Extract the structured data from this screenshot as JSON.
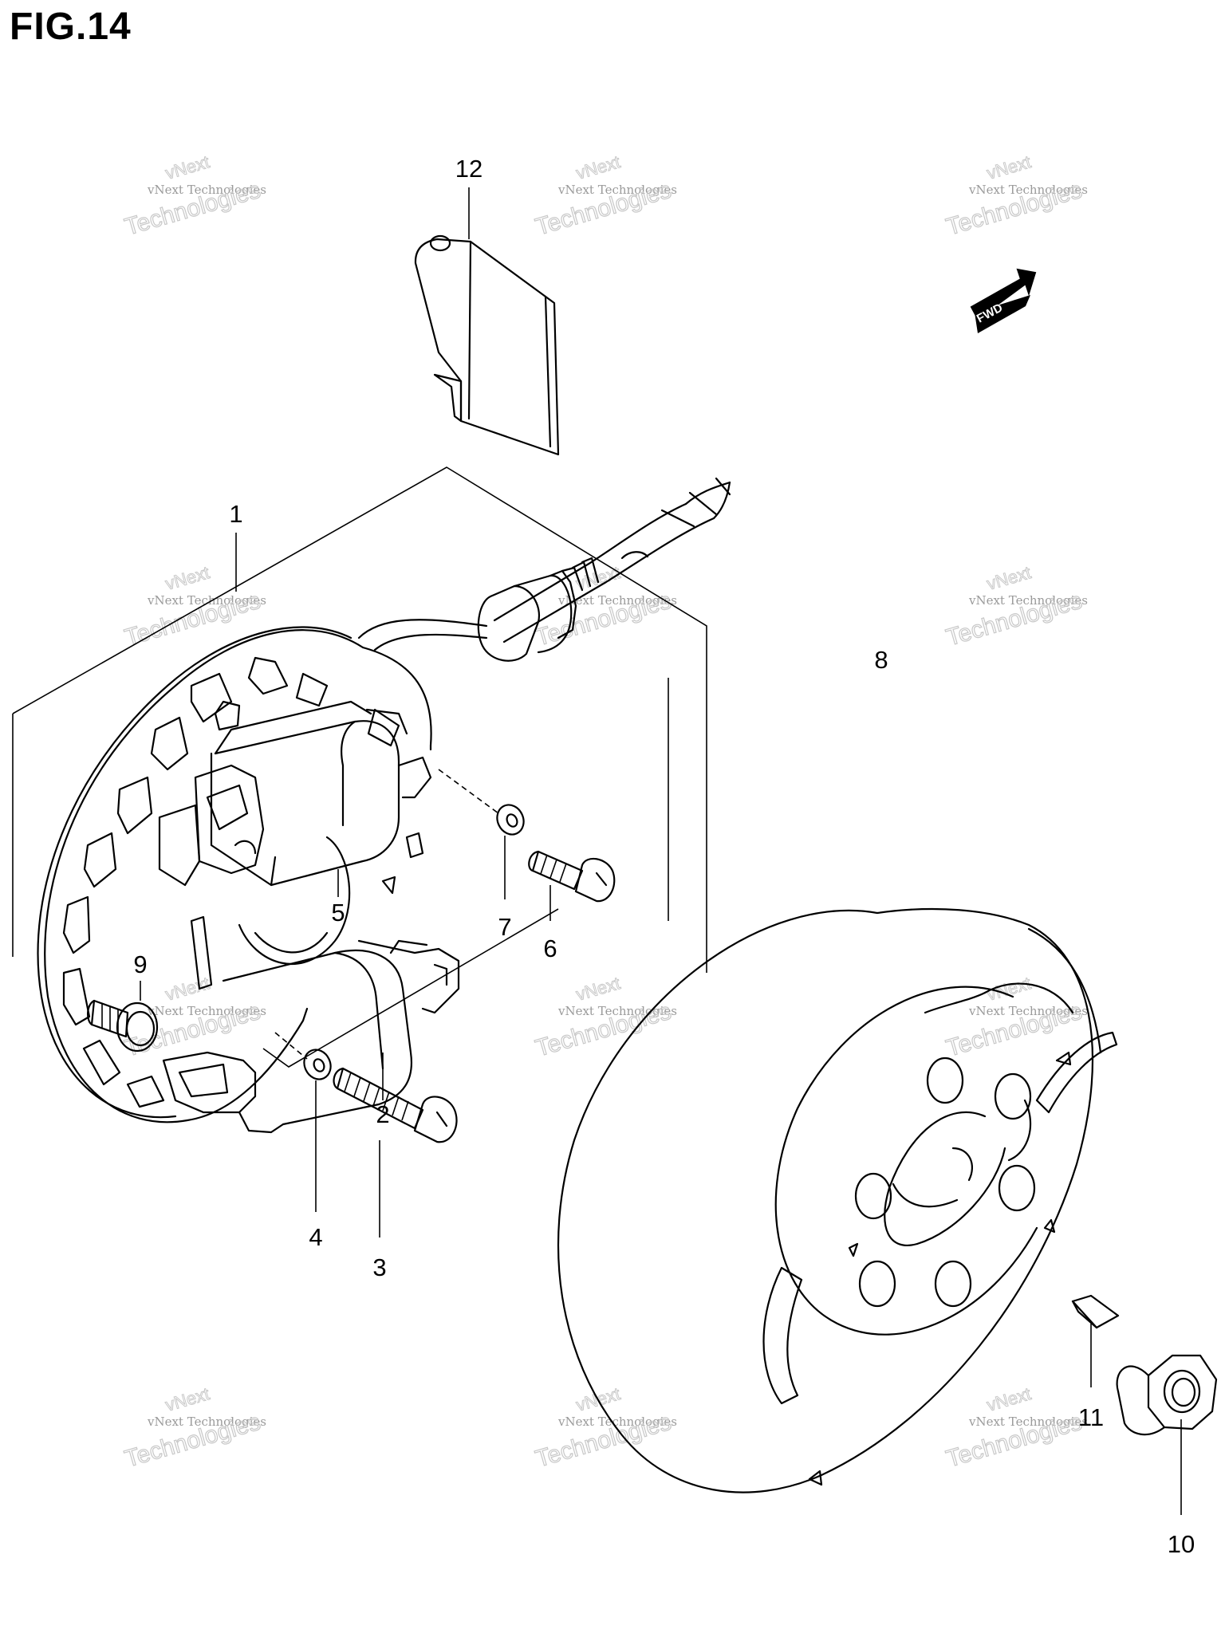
{
  "figure": {
    "title": "FIG.14"
  },
  "labels": [
    {
      "id": "1",
      "text": "1"
    },
    {
      "id": "2",
      "text": "2"
    },
    {
      "id": "3",
      "text": "3"
    },
    {
      "id": "4",
      "text": "4"
    },
    {
      "id": "5",
      "text": "5"
    },
    {
      "id": "6",
      "text": "6"
    },
    {
      "id": "7",
      "text": "7"
    },
    {
      "id": "8",
      "text": "8"
    },
    {
      "id": "9",
      "text": "9"
    },
    {
      "id": "10",
      "text": "10"
    },
    {
      "id": "11",
      "text": "11"
    },
    {
      "id": "12",
      "text": "12"
    }
  ],
  "fwd_marker": {
    "text": "FWD"
  },
  "watermark": {
    "line1": "vNext Technologies",
    "line2": "vNext",
    "line3": "Technologies"
  }
}
